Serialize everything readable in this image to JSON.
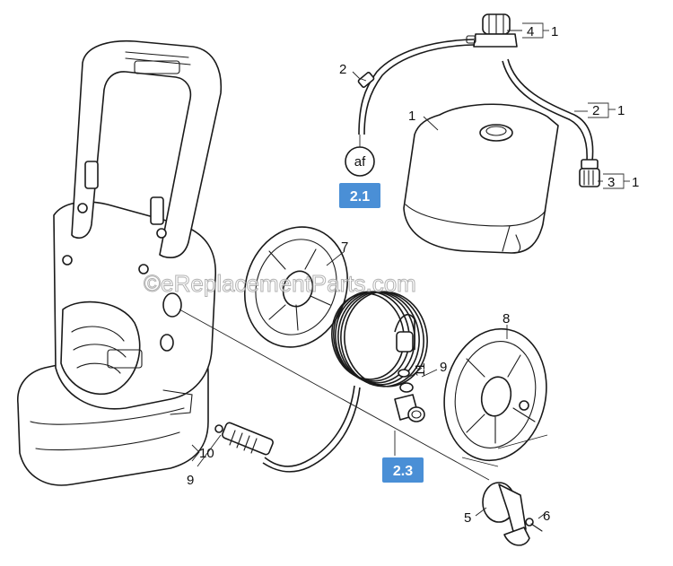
{
  "watermark": "©eReplacementParts.com",
  "labels": {
    "l1a": "1",
    "l2a": "2",
    "l2b": "2",
    "l2b_qty": "1",
    "l3": "3",
    "l3_qty": "1",
    "l4": "4",
    "l4_qty": "1",
    "l5": "5",
    "l6": "6",
    "l7": "7",
    "l8": "8",
    "l9a": "9",
    "l9b": "9",
    "l10": "10",
    "l11": "11",
    "bubble_af": "af"
  },
  "refs": {
    "ref_21": "2.1",
    "ref_23": "2.3"
  },
  "colors": {
    "ref_badge": "#4a8fd6"
  }
}
